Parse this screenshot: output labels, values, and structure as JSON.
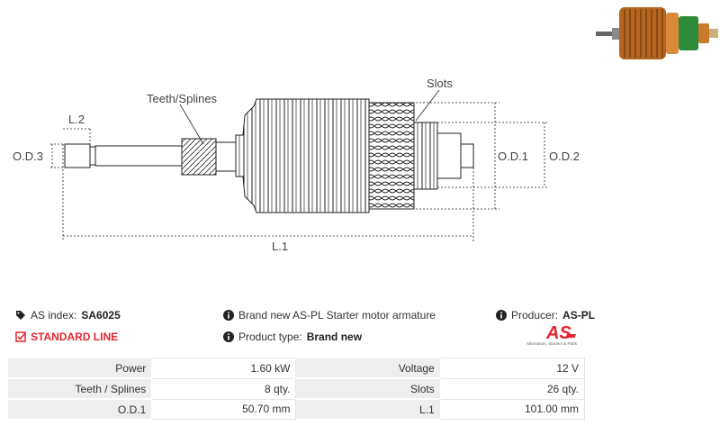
{
  "diagram": {
    "labels": {
      "teeth": "Teeth/Splines",
      "slots": "Slots",
      "l2": "L.2",
      "od3": "O.D.3",
      "od1": "O.D.1",
      "od2": "O.D.2",
      "l1": "L.1"
    }
  },
  "info": {
    "as_index_label": "AS index:",
    "as_index_value": "SA6025",
    "description": "Brand new AS-PL Starter motor armature",
    "producer_label": "Producer:",
    "producer_value": "AS-PL",
    "line": "STANDARD LINE",
    "product_type_label": "Product type:",
    "product_type_value": "Brand new"
  },
  "logo": {
    "text": "AS",
    "tagline": "Alternators, Starters & Parts"
  },
  "specs": [
    [
      "Power",
      "1.60 kW",
      "Voltage",
      "12 V"
    ],
    [
      "Teeth / Splines",
      "8 qty.",
      "Slots",
      "26 qty."
    ],
    [
      "O.D.1",
      "50.70 mm",
      "L.1",
      "101.00 mm"
    ]
  ],
  "colors": {
    "accent": "#e3262f",
    "copper": "#b5651d",
    "green": "#2e8b3a"
  }
}
